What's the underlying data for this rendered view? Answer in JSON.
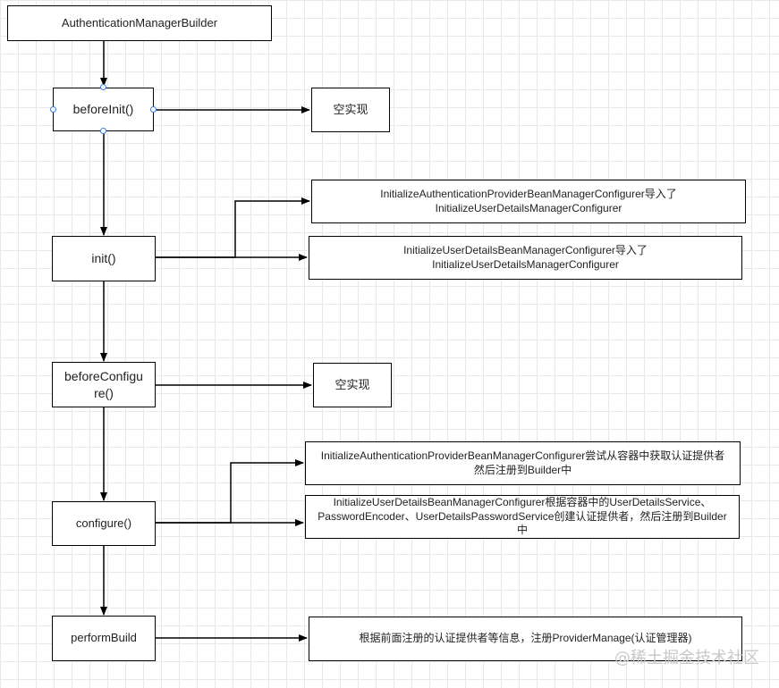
{
  "nodes": {
    "builder": "AuthenticationManagerBuilder",
    "before_init": "beforeInit()",
    "before_init_note": "空实现",
    "init": "init()",
    "init_note_1": "InitializeAuthenticationProviderBeanManagerConfigurer导入了\nInitializeUserDetailsManagerConfigurer",
    "init_note_2": "InitializeUserDetailsBeanManagerConfigurer导入了\nInitializeUserDetailsManagerConfigurer",
    "before_configure": "beforeConfigu\nre()",
    "before_configure_note": "空实现",
    "configure": "configure()",
    "configure_note_1": "InitializeAuthenticationProviderBeanManagerConfigurer尝试从容器中获取认证提供者\n然后注册到Builder中",
    "configure_note_2": "InitializeUserDetailsBeanManagerConfigurer根据容器中的UserDetailsService、\nPasswordEncoder、UserDetailsPasswordService创建认证提供者，然后注册到Builder\n中",
    "perform_build": "performBuild",
    "perform_build_note": "根据前面注册的认证提供者等信息，注册ProviderManage(认证管理器)"
  },
  "watermark": "@稀土掘金技术社区"
}
